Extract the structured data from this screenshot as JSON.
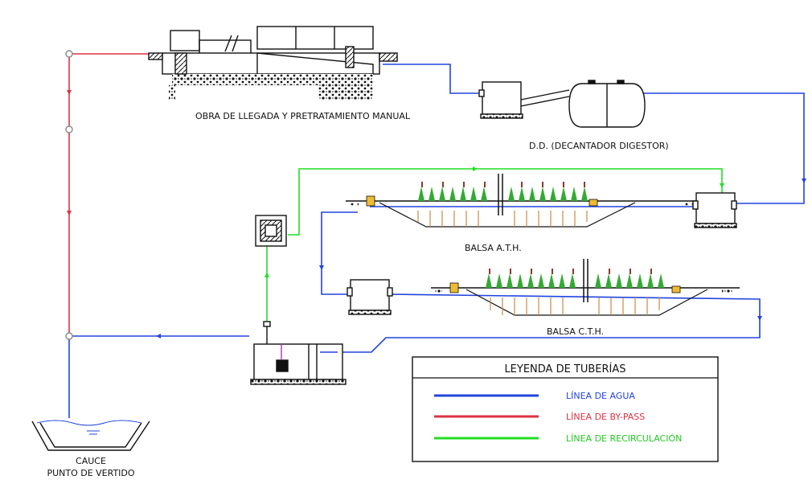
{
  "labels": {
    "pretreatment": "OBRA DE LLEGADA Y PRETRATAMIENTO MANUAL",
    "digester": "D.D. (DECANTADOR DIGESTOR)",
    "basin_ath": "BALSA A.T.H.",
    "basin_cth": "BALSA C.T.H.",
    "outfall_line1": "CAUCE",
    "outfall_line2": "PUNTO DE VERTIDO"
  },
  "legend": {
    "title": "LEYENDA DE TUBERÍAS",
    "items": [
      {
        "label": "LÍNEA DE AGUA",
        "color": "#2244dd"
      },
      {
        "label": "LÍNEA DE BY-PASS",
        "color": "#dd3344"
      },
      {
        "label": "LÍNEA DE RECIRCULACIÓN",
        "color": "#22dd22"
      }
    ]
  },
  "colors": {
    "water": "#2244dd",
    "bypass": "#dd3344",
    "recirculation": "#22dd22",
    "plant": "#33aa33",
    "soil": "#cc8844",
    "outline": "#111111"
  }
}
